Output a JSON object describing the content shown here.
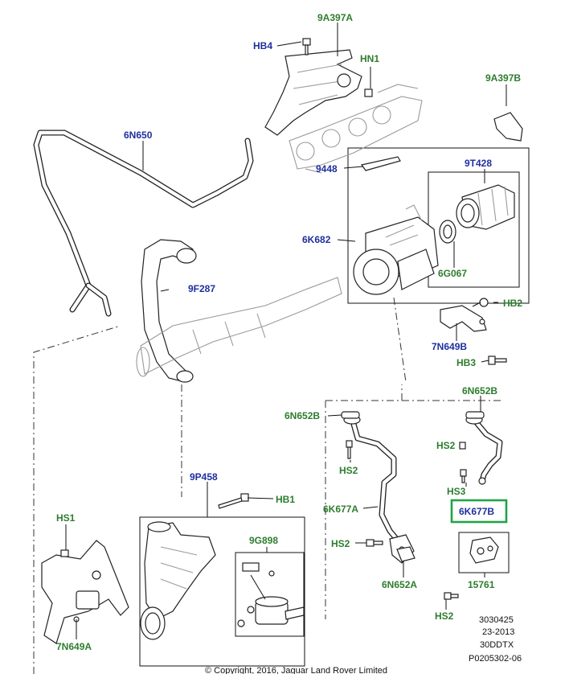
{
  "colors": {
    "part_label_green": "#2e7d2e",
    "part_label_blue": "#1f2f9e",
    "highlight": "#22a348"
  },
  "labels": {
    "p9A397A": "9A397A",
    "pHB4": "HB4",
    "pHN1": "HN1",
    "p9A397B": "9A397B",
    "p6N650": "6N650",
    "p9448": "9448",
    "p9T428": "9T428",
    "p6K682": "6K682",
    "p6G067": "6G067",
    "p9F287": "9F287",
    "pHB2": "HB2",
    "p7N649B": "7N649B",
    "pHB3": "HB3",
    "p6N652B_left": "6N652B",
    "p6N652B_right": "6N652B",
    "pHS2_a": "HS2",
    "pHS2_b": "HS2",
    "pHS3": "HS3",
    "p9P458": "9P458",
    "pHB1": "HB1",
    "pHS1": "HS1",
    "p6K677A": "6K677A",
    "p6K677B": "6K677B",
    "p9G898": "9G898",
    "pHS2_c": "HS2",
    "p6N652A": "6N652A",
    "p15761": "15761",
    "pHS2_d": "HS2",
    "p7N649A": "7N649A"
  },
  "meta": {
    "line1": "3030425",
    "line2": "23-2013",
    "line3": "30DDTX",
    "line4": "P0205302-06",
    "copyright": "© Copyright, 2016, Jaguar Land Rover Limited"
  },
  "highlighted_part": "6K677B"
}
